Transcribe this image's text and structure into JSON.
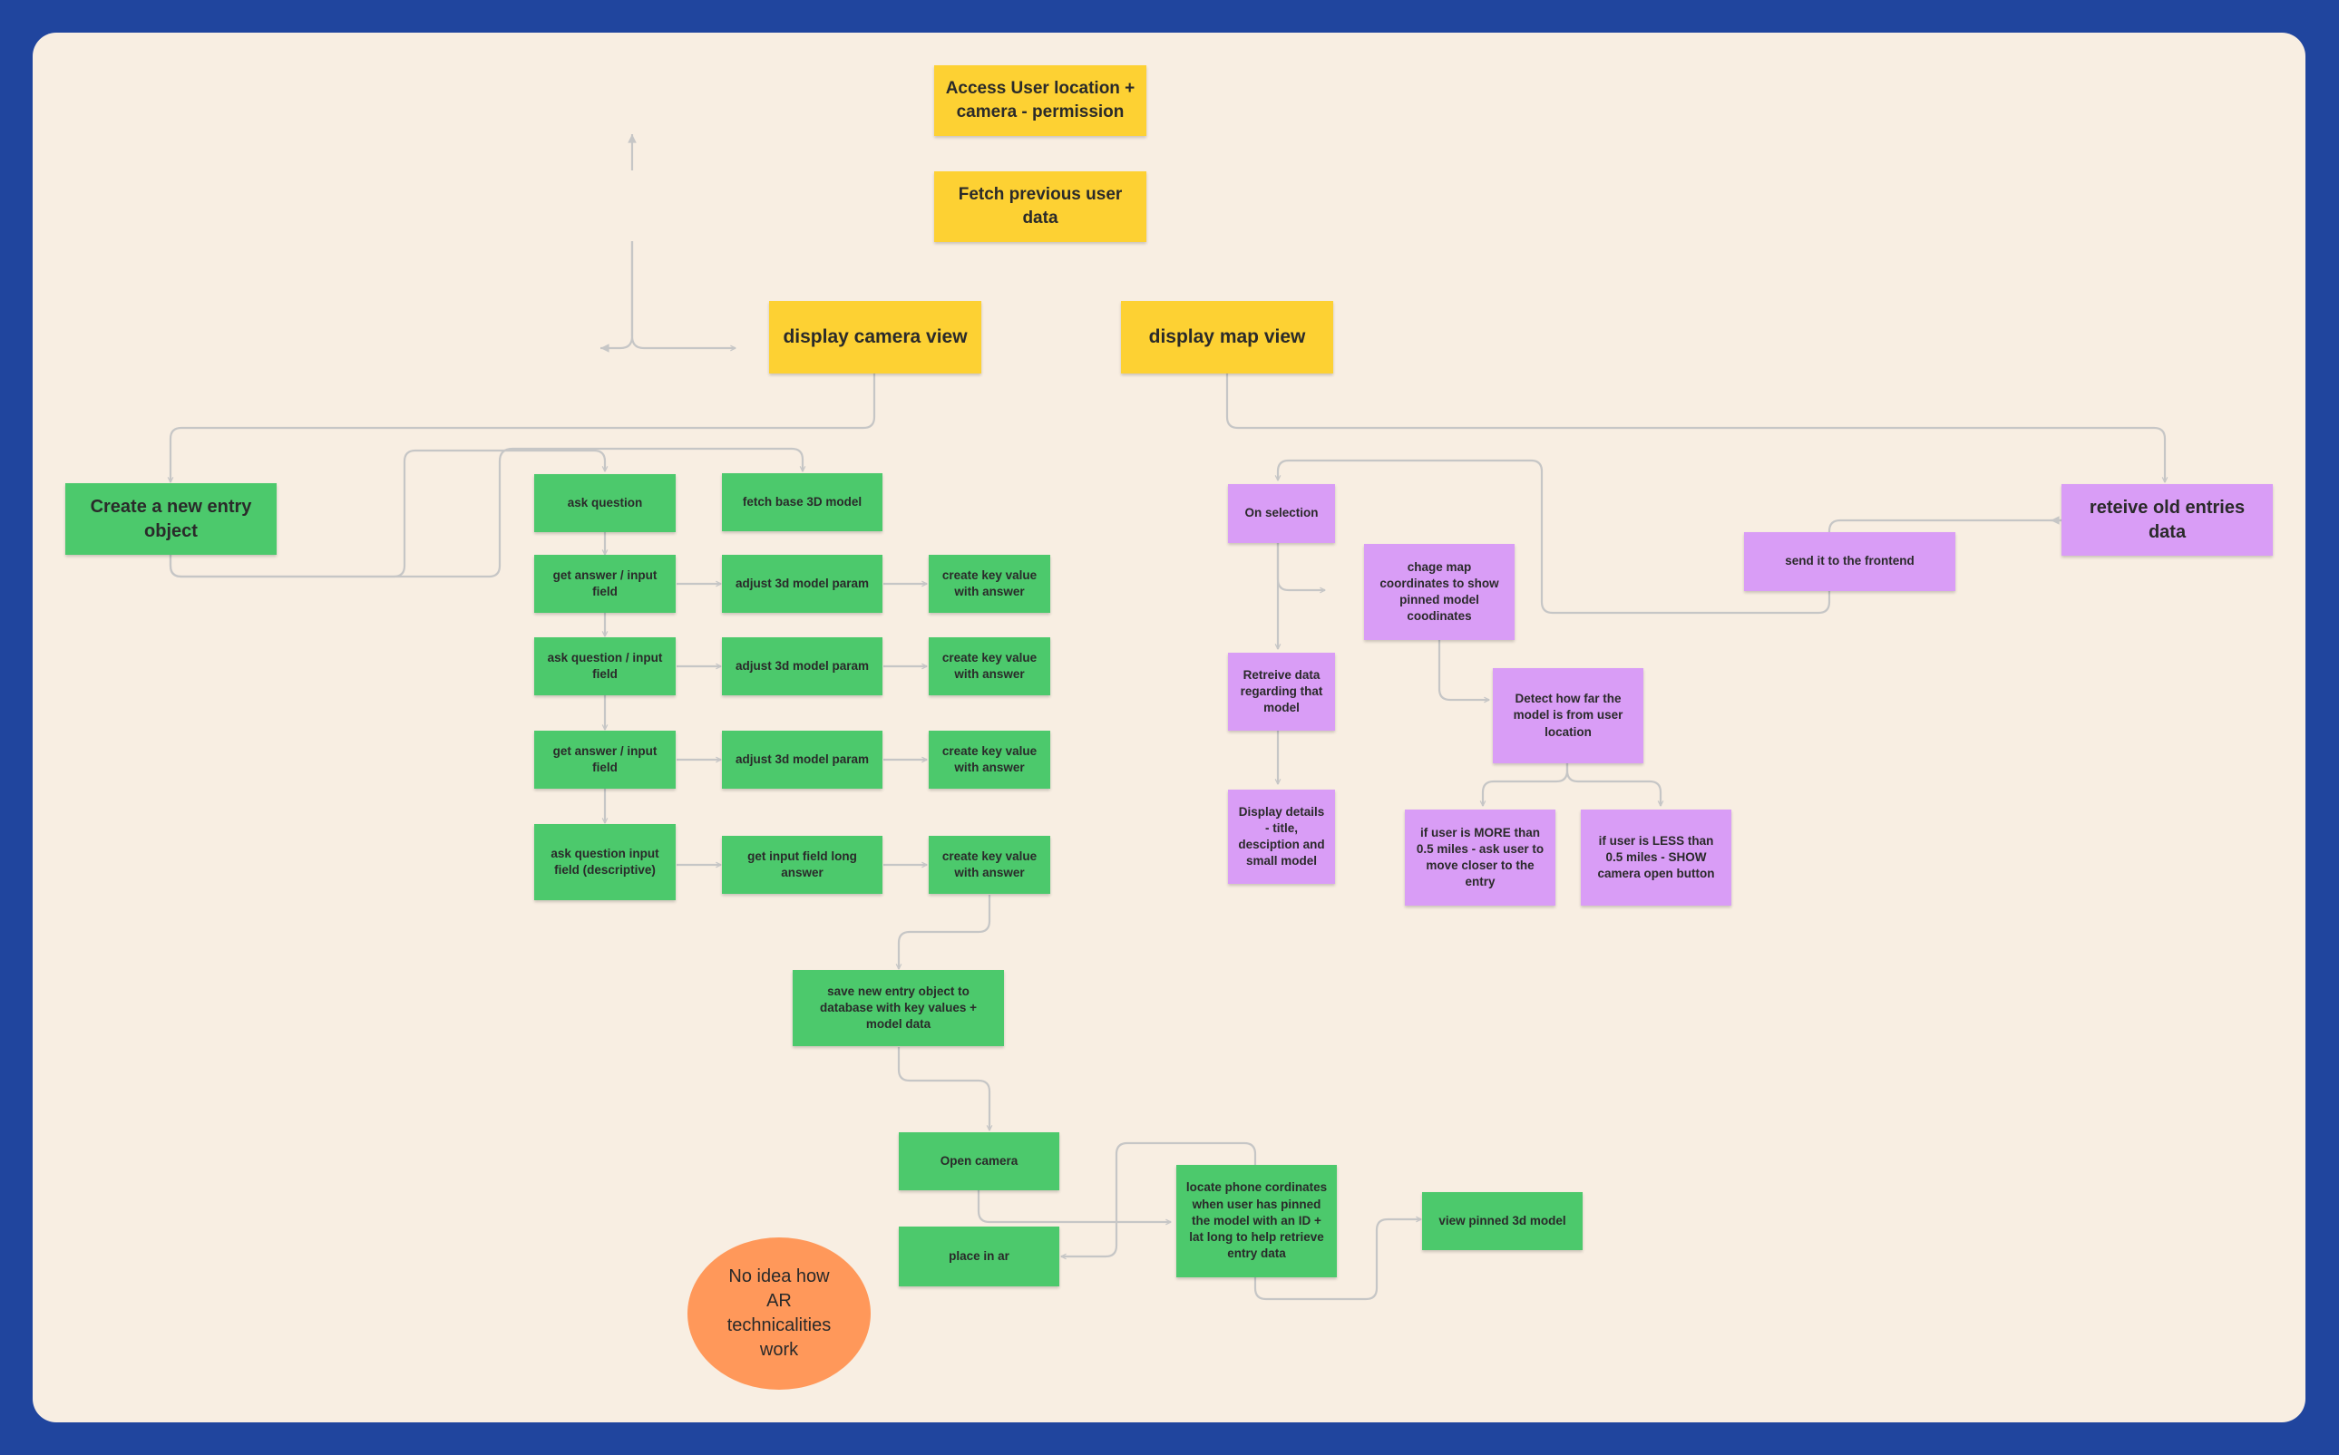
{
  "colors": {
    "frame": "#20459e",
    "board": "#f8eee2",
    "yellow_note": "#fdd133",
    "green_note": "#4cc96c",
    "purple_note": "#d99df6",
    "orange_circle": "#ff985a",
    "connector": "#c6c6c6"
  },
  "nodes": {
    "access_location": "Access User location + camera - permission",
    "fetch_previous": "Fetch previous user data",
    "display_camera": "display camera view",
    "display_map": "display map view",
    "create_entry": "Create a new entry object",
    "ask_question": "ask question",
    "fetch_base_model": "fetch base 3D model",
    "get_answer_1": "get answer / input field",
    "adjust_param_1": "adjust 3d model param",
    "create_kv_1": "create key value with answer",
    "ask_question_input": "ask question / input field",
    "adjust_param_2": "adjust 3d model param",
    "create_kv_2": "create key value with answer",
    "get_answer_2": "get answer / input field",
    "adjust_param_3": "adjust 3d model param",
    "create_kv_3": "create key value with answer",
    "ask_question_desc": "ask question input field (descriptive)",
    "get_long_answer": "get input field long answer",
    "create_kv_4": "create key value with answer",
    "save_entry": "save new entry object to database with key values + model data",
    "open_camera": "Open camera",
    "place_ar": "place in ar",
    "locate_phone": "locate phone cordinates when user has pinned the model with an ID + lat long to help retrieve entry data",
    "view_pinned": "view pinned 3d model",
    "no_idea": "No idea how AR technicalities work",
    "on_selection": "On selection",
    "change_map": "chage map coordinates to show pinned model coodinates",
    "retrieve_data": "Retreive data regarding that model",
    "display_details": "Display details - title, desciption and small model",
    "detect_distance": "Detect how far the model is from user location",
    "more_than": "if user is MORE than 0.5 miles - ask user to move closer to the entry",
    "less_than": "if user is LESS than 0.5 miles - SHOW camera open button",
    "send_frontend": "send it to the frontend",
    "retrieve_old": "reteive old entries data"
  }
}
